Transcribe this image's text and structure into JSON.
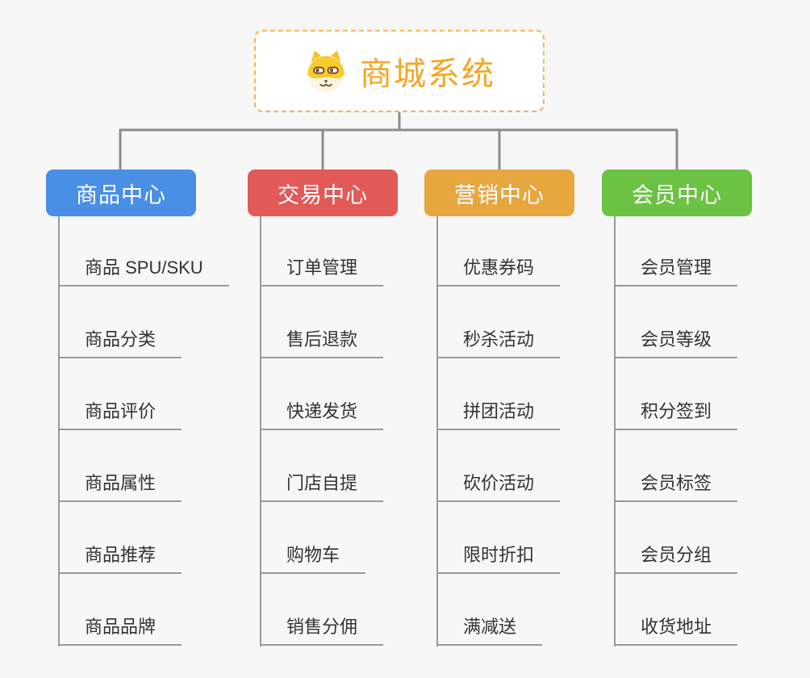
{
  "root": {
    "title": "商城系统",
    "title_color": "#f5a623",
    "border_color": "#f2b55c",
    "icon": "dog-face-icon"
  },
  "connector_color": "#8c8c8c",
  "underline_color": "#9a9a9a",
  "branches": [
    {
      "label": "商品中心",
      "color": "#4a8fe6",
      "items": [
        "商品 SPU/SKU",
        "商品分类",
        "商品评价",
        "商品属性",
        "商品推荐",
        "商品品牌"
      ]
    },
    {
      "label": "交易中心",
      "color": "#e25a58",
      "items": [
        "订单管理",
        "售后退款",
        "快递发货",
        "门店自提",
        "购物车",
        "销售分佣"
      ]
    },
    {
      "label": "营销中心",
      "color": "#e8a63f",
      "items": [
        "优惠券码",
        "秒杀活动",
        "拼团活动",
        "砍价活动",
        "限时折扣",
        "满减送"
      ]
    },
    {
      "label": "会员中心",
      "color": "#6cc243",
      "items": [
        "会员管理",
        "会员等级",
        "积分签到",
        "会员标签",
        "会员分组",
        "收货地址"
      ]
    }
  ]
}
